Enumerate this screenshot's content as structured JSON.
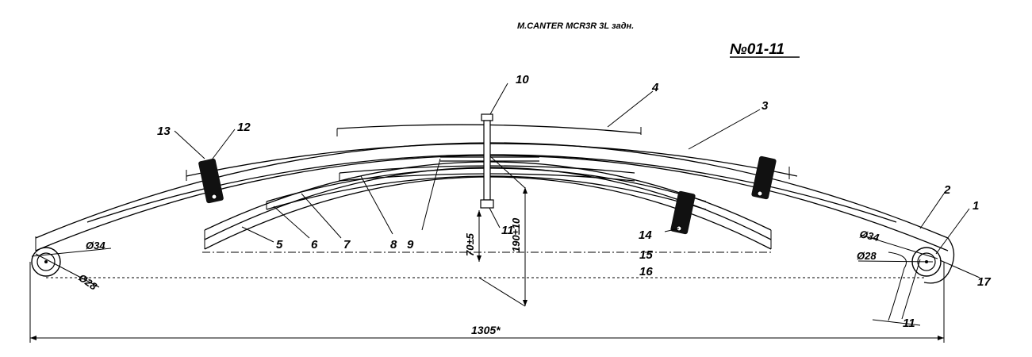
{
  "title": "M.CANTER MCR3R 3L задн.",
  "drawing_number": "№01-11",
  "colors": {
    "line": "#000000",
    "clamp": "#111111",
    "background": "#ffffff"
  },
  "callouts": {
    "c1": "1",
    "c2": "2",
    "c3": "3",
    "c4": "4",
    "c5": "5",
    "c6": "6",
    "c7": "7",
    "c8": "8",
    "c9": "9",
    "c10": "10",
    "c11a": "11",
    "c11b": "11",
    "c12": "12",
    "c13": "13",
    "c14": "14",
    "c15": "15",
    "c16": "16",
    "c17": "17"
  },
  "dimensions": {
    "left_eye_outer": "Ø34",
    "left_eye_inner": "Ø28",
    "right_eye_outer": "Ø34",
    "right_eye_inner": "Ø28",
    "height_small": "70±5",
    "height_main": "190±10",
    "overall_length": "1305*"
  }
}
